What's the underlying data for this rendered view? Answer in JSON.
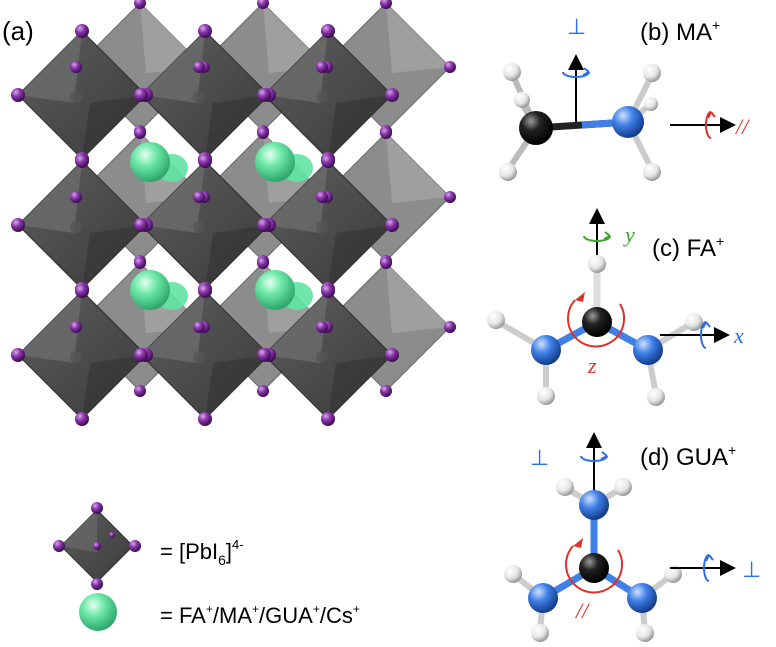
{
  "panel_a": {
    "label": "(a)"
  },
  "panel_b": {
    "label": "(b) MA",
    "charge": "+",
    "perp_symbol": "⊥",
    "par_symbol": "//"
  },
  "panel_c": {
    "label": "(c) FA",
    "charge": "+",
    "axis_x": "x",
    "axis_y": "y",
    "axis_z": "z"
  },
  "panel_d": {
    "label": "(d) GUA",
    "charge": "+",
    "perp_top": "⊥",
    "perp_right": "⊥",
    "par_symbol": "//"
  },
  "legend": {
    "octahedron_eq": "= [PbI",
    "octahedron_sub": "6",
    "octahedron_close": "]",
    "octahedron_sup": "4-",
    "sphere_eq": "= FA",
    "sphere_cations": [
      "MA",
      "GUA",
      "Cs"
    ],
    "sup_plus": "+",
    "slash": "/"
  },
  "colors": {
    "octahedron": "#4a4a4a",
    "iodine": "#7a2a95",
    "cation": "#5fe3a1",
    "carbon": "#111111",
    "nitrogen": "#3f7fe6",
    "hydrogen": "#e8e8e8",
    "perp_axis": "#2f6de0",
    "par_axis": "#e0302a",
    "y_axis": "#3aa52a"
  }
}
